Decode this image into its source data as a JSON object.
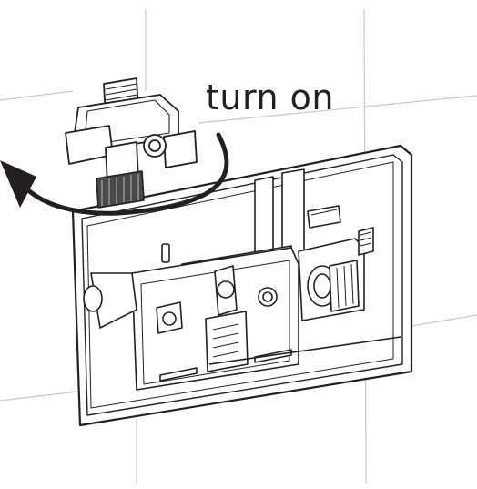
{
  "figure": {
    "caption": "turn on",
    "instruction": "rotate-counterclockwise",
    "subject": "angle-valve-inside-flush-cistern"
  },
  "colors": {
    "ink": "#231f20",
    "grout": "#c8c8c8",
    "background": "#ffffff",
    "valve_handle": "#4a4a4a"
  },
  "icons": {
    "rotation": "curved-arrow-left-icon",
    "valve": "valve-knob-icon",
    "fitting": "threaded-fitting-icon"
  }
}
